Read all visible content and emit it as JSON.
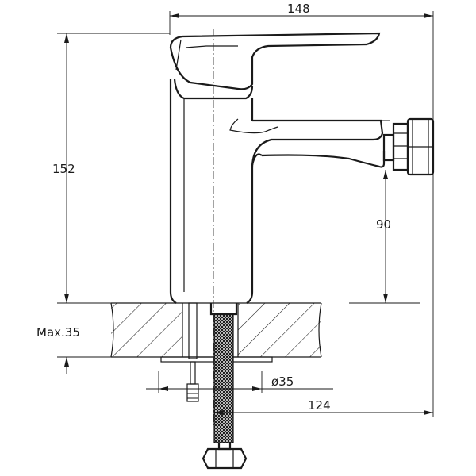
{
  "drawing": {
    "dimensions": {
      "overall_width": "148",
      "overall_height": "152",
      "outlet_height": "90",
      "max_thickness": "Max.35",
      "hole_diameter": "ø35",
      "outlet_reach": "124"
    }
  }
}
